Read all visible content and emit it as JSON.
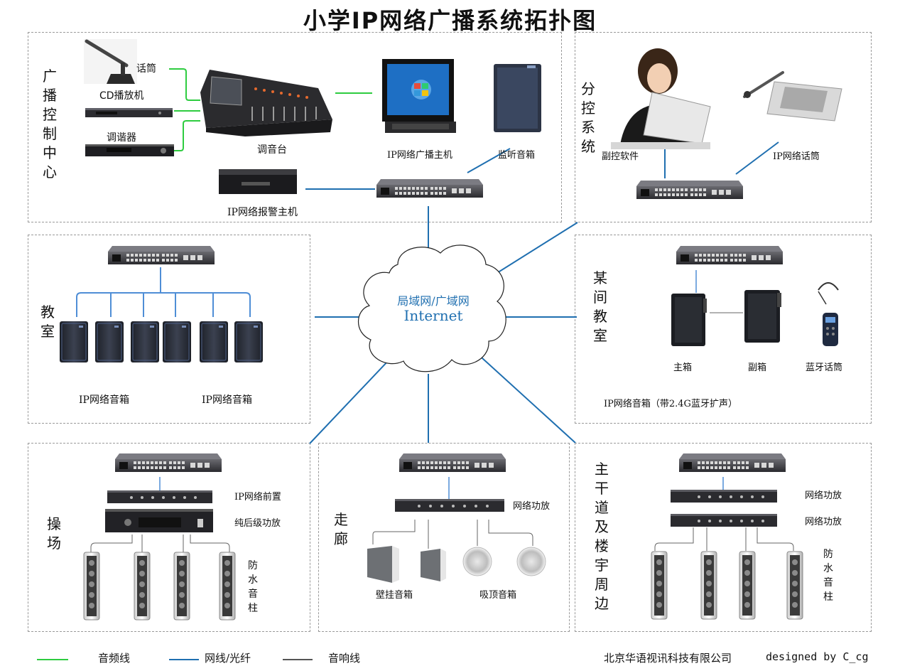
{
  "title": "小学IP网络广播系统拓扑图",
  "zones": {
    "control_center": {
      "name": "广播控制中心",
      "mic": "话筒",
      "cd": "CD播放机",
      "tuner": "调谐器",
      "mixer": "调音台",
      "host": "IP网络广播主机",
      "monitor": "监听音箱",
      "alarm": "IP网络报警主机"
    },
    "sub_control": {
      "name": "分控系统",
      "software": "副控软件",
      "ip_mic": "IP网络话筒"
    },
    "classroom": {
      "name": "教室",
      "speaker_label_1": "IP网络音箱",
      "speaker_label_2": "IP网络音箱"
    },
    "some_classroom": {
      "name": "某间教室",
      "main": "主箱",
      "sub": "副箱",
      "bt_mic": "蓝牙话筒",
      "caption": "IP网络音箱（带2.4G蓝牙扩声）"
    },
    "playground": {
      "name": "操场",
      "preamp": "IP网络前置",
      "amp": "纯后级功放",
      "column": "防水音柱"
    },
    "corridor": {
      "name": "走廊",
      "amp": "网络功放",
      "wall": "壁挂音箱",
      "ceiling": "吸顶音箱"
    },
    "main_road": {
      "name": "主干道及楼宇周边",
      "amp1": "网络功放",
      "amp2": "网络功放",
      "column": "防水音柱"
    }
  },
  "cloud": {
    "line1": "局域网/广域网",
    "line2": "Internet"
  },
  "legend": {
    "audio": {
      "label": "音频线",
      "color": "#2ecc40"
    },
    "network": {
      "label": "网线/光纤",
      "color": "#1f6fb0"
    },
    "speaker": {
      "label": "音响线",
      "color": "#555555"
    }
  },
  "footer": {
    "company": "北京华语视讯科技有限公司",
    "designer": "designed by C_cg"
  }
}
